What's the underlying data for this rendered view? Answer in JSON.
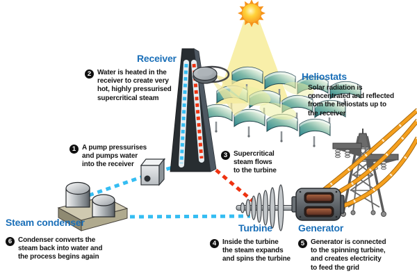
{
  "labels": {
    "receiver": "Receiver",
    "heliostats": "Heliostats",
    "steam_condenser": "Steam condenser",
    "turbine": "Turbine",
    "generator": "Generator"
  },
  "descriptions": {
    "heliostats": "Solar radiation is\nconcentrated and reflected\nfrom the heliostats up to\nthe receiver"
  },
  "steps": [
    {
      "number": "1",
      "text": "A pump pressurises\nand pumps water\ninto the receiver"
    },
    {
      "number": "2",
      "text": "Water is heated in the\nreceiver to create very\nhot, highly pressurised\nsupercritical steam"
    },
    {
      "number": "3",
      "text": "Supercritical\nsteam flows\nto the turbine"
    },
    {
      "number": "4",
      "text": "Inside the turbine\nthe steam expands\nand spins the turbine"
    },
    {
      "number": "5",
      "text": "Generator is connected\nto the spinning turbine,\nand creates electricity\nto feed the grid"
    },
    {
      "number": "6",
      "text": "Condenser converts the\nsteam back into water and\nthe process begins again"
    }
  ],
  "colors": {
    "heading_blue": "#1a6fb8",
    "water_line_cyan": "#35bdf2",
    "steam_line_red": "#ee3311",
    "cable_orange": "#f6a01e",
    "sun_orange": "#f7941d",
    "beam_yellow": "#f7eda0",
    "heliostat_teal": "#2c868e",
    "tower_dark": "#282d31"
  },
  "icons": {
    "sun": "sun-icon",
    "heliostats": "heliostat-mirror-array",
    "receiver_tower": "receiver-tower",
    "pump": "pump-box",
    "condenser": "steam-condenser-unit",
    "turbine": "turbine-rotor",
    "generator": "generator-unit",
    "pylon": "transmission-tower",
    "cables": "power-cables"
  }
}
